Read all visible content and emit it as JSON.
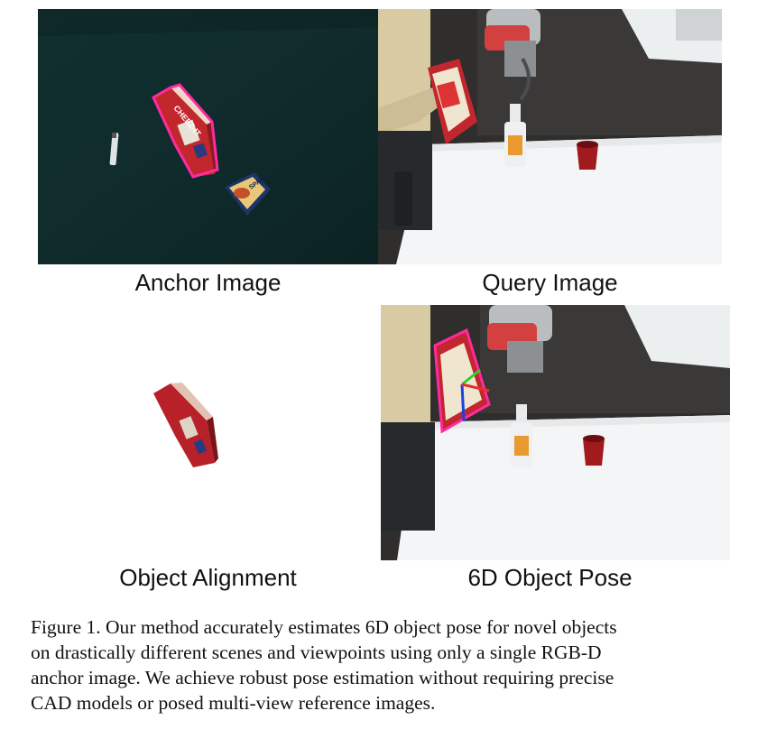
{
  "labels": {
    "anchor": "Anchor Image",
    "query": "Query Image",
    "alignment": "Object Alignment",
    "pose": "6D Object Pose"
  },
  "caption": {
    "line1": "Figure 1. Our method accurately estimates 6D object pose for novel objects",
    "line2": "on drastically different scenes and viewpoints using only a single RGB-D",
    "line3": "anchor image. We achieve robust pose estimation without requiring precise",
    "line4": "CAD models or posed multi-view reference images."
  },
  "objects": {
    "box_text_a": "CHEEZ-IT",
    "can_text": "SPAM"
  },
  "colors": {
    "highlight": "#ff2aa0",
    "axis_x": "#e63030",
    "axis_y": "#30d030",
    "axis_z": "#2040e0"
  }
}
